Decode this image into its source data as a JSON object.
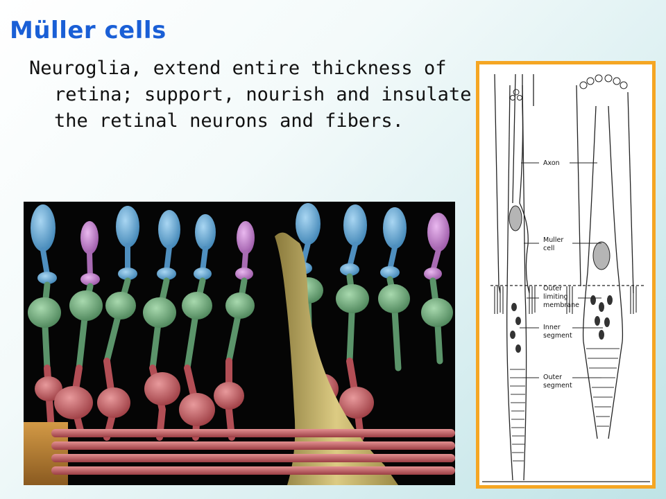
{
  "slide": {
    "title": "Müller cells",
    "description": "Neuroglia, extend entire thickness of retina; support, nourish and insulate the retinal neurons and fibers."
  },
  "diagram": {
    "labels": {
      "axon": "Axon",
      "muller_cell": [
        "Muller",
        "cell"
      ],
      "outer_limiting_membrane": [
        "Outer",
        "limiting",
        "membrane"
      ],
      "inner_segment": [
        "Inner",
        "segment"
      ],
      "outer_segment": [
        "Outer",
        "segment"
      ]
    }
  },
  "colors": {
    "title": "#1a5fd6",
    "frame": "#f5a623",
    "rod_blue": "#6aaed6",
    "cone_pink": "#c98ad0",
    "bipolar_green": "#6fa87a",
    "ganglion_red": "#c7595d",
    "muller_yellow": "#c9b86a"
  }
}
